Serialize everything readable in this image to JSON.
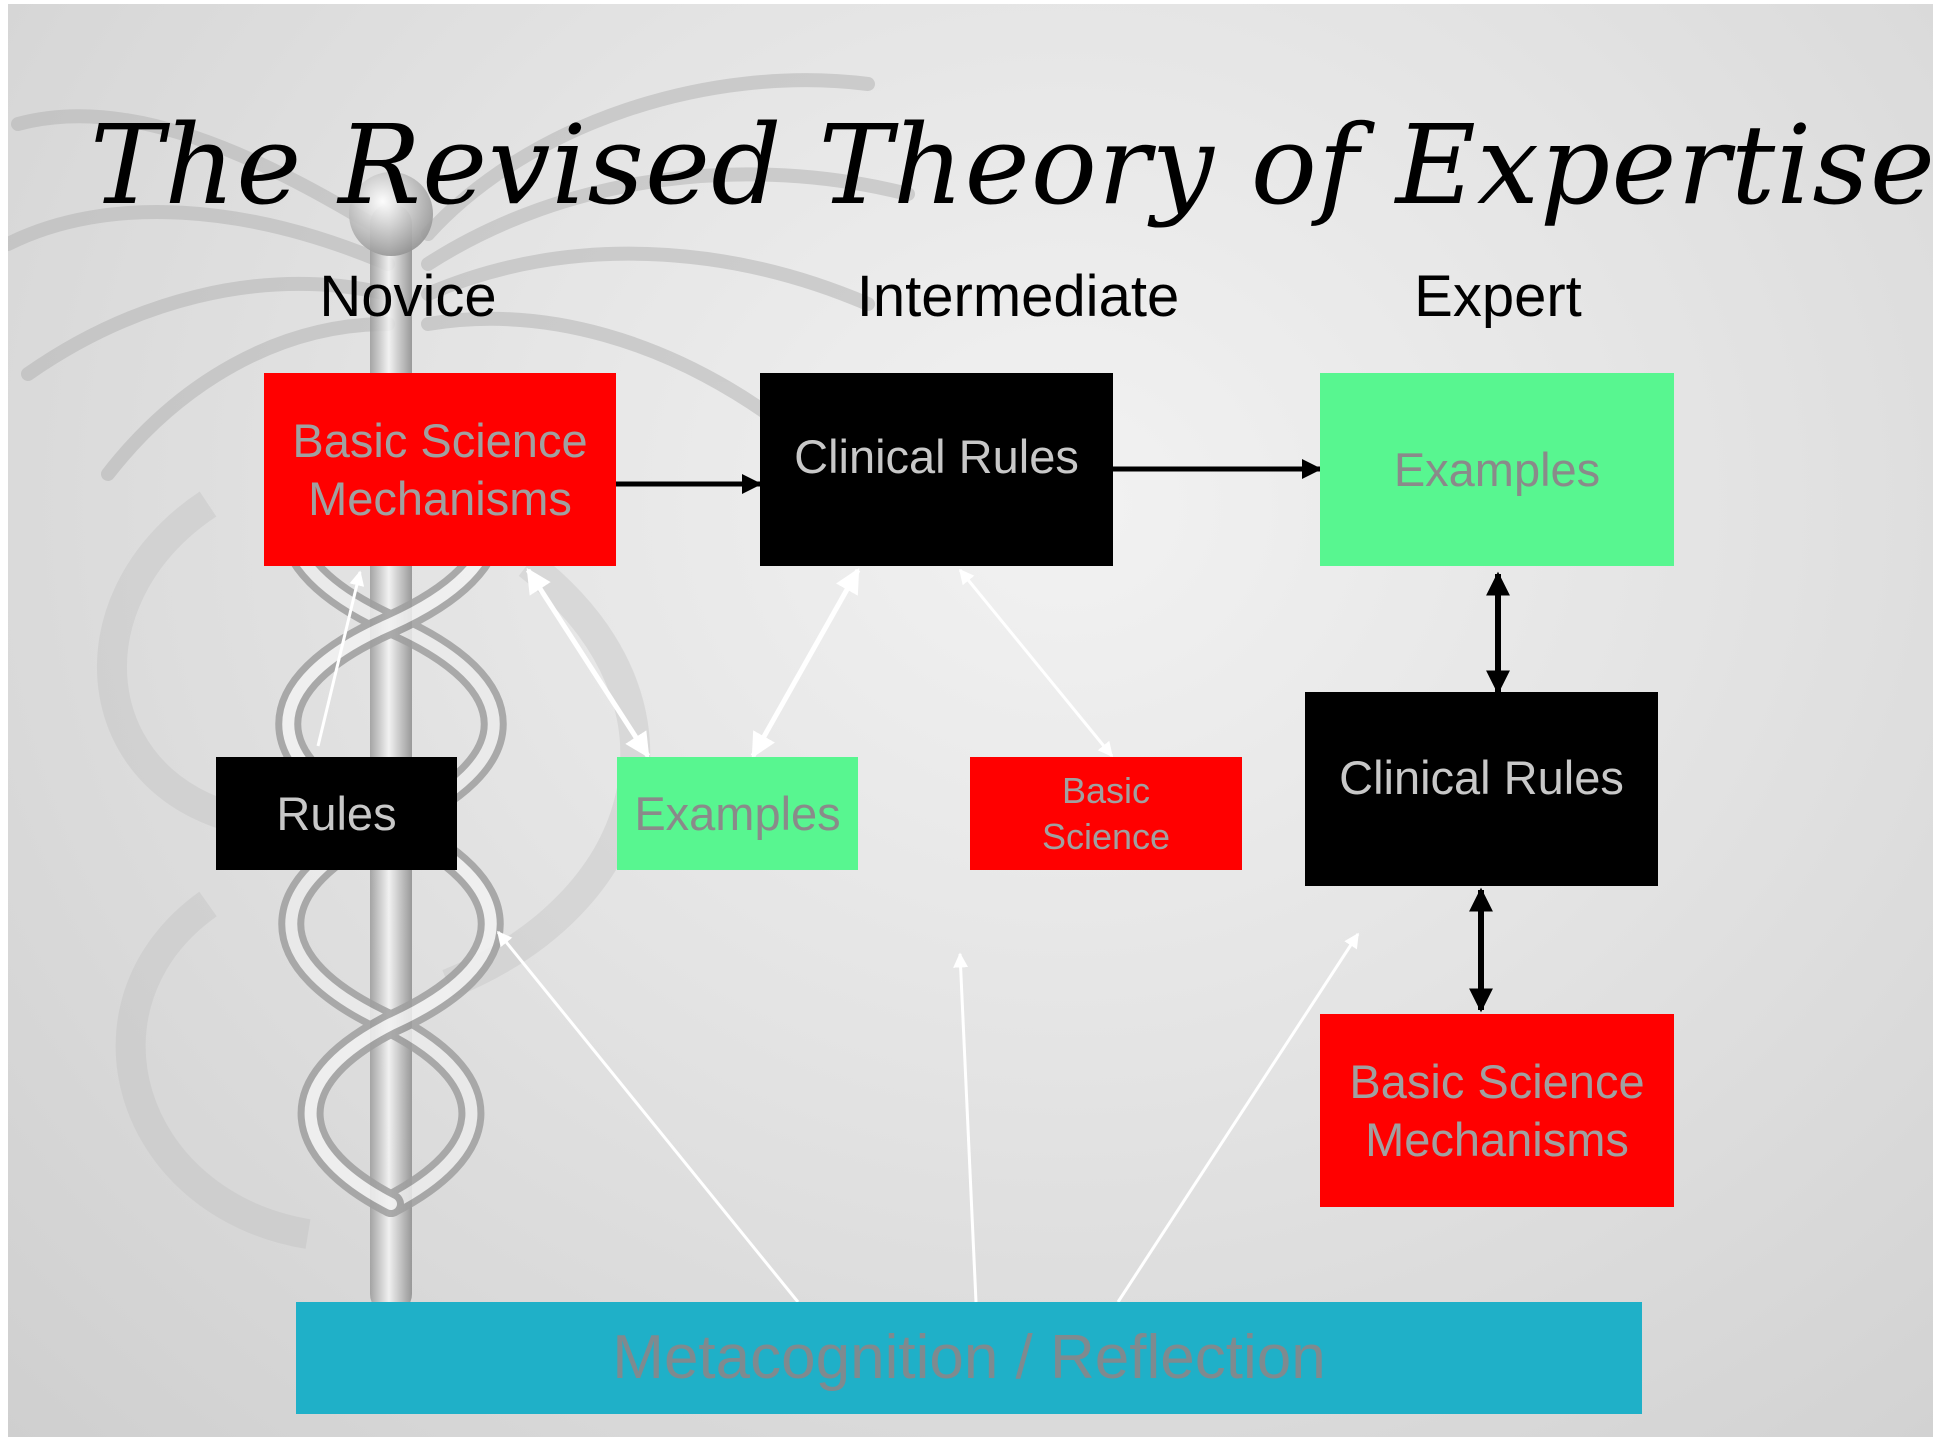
{
  "title": "The Revised Theory of Expertise",
  "stages": {
    "novice": "Novice",
    "intermediate": "Intermediate",
    "expert": "Expert"
  },
  "boxes": {
    "novice_basic_science": "Basic Science\nMechanisms",
    "novice_rules": "Rules",
    "intermediate_clinical_rules": "Clinical Rules",
    "intermediate_examples": "Examples",
    "intermediate_basic_science": "Basic\nScience",
    "expert_examples": "Examples",
    "expert_clinical_rules": "Clinical Rules",
    "expert_basic_science": "Basic Science\nMechanisms",
    "metacognition": "Metacognition / Reflection"
  },
  "colors": {
    "red_box": "#ff0000",
    "black_box": "#000000",
    "green_box": "#58f690",
    "teal_box": "#1fb0c8",
    "white_arrow": "#ffffff",
    "black_arrow": "#000000"
  }
}
